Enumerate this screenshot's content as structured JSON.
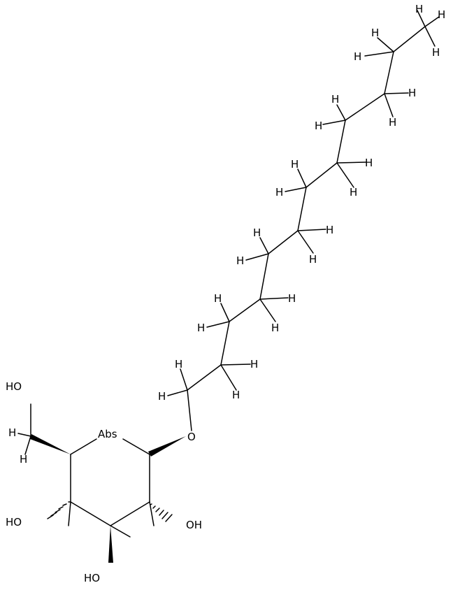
{
  "diagram": {
    "type": "skeletal-structure",
    "atoms": [
      {
        "id": "a1",
        "label": "H"
      },
      {
        "id": "a2",
        "label": "H"
      },
      {
        "id": "a3",
        "label": "H"
      },
      {
        "id": "a4",
        "label": "H"
      },
      {
        "id": "a5",
        "label": "H"
      },
      {
        "id": "a6",
        "label": "H"
      },
      {
        "id": "a7",
        "label": "H"
      },
      {
        "id": "a8",
        "label": "H"
      },
      {
        "id": "a9",
        "label": "H"
      },
      {
        "id": "a10",
        "label": "H"
      },
      {
        "id": "a11",
        "label": "H"
      },
      {
        "id": "a12",
        "label": "H"
      },
      {
        "id": "a13",
        "label": "H"
      },
      {
        "id": "a14",
        "label": "H"
      },
      {
        "id": "a15",
        "label": "H"
      },
      {
        "id": "a16",
        "label": "H"
      },
      {
        "id": "a17",
        "label": "H"
      },
      {
        "id": "a18",
        "label": "H"
      },
      {
        "id": "a19",
        "label": "H"
      },
      {
        "id": "a20",
        "label": "H"
      },
      {
        "id": "a21",
        "label": "H"
      },
      {
        "id": "a22",
        "label": "H"
      },
      {
        "id": "a23",
        "label": "H"
      },
      {
        "id": "a24",
        "label": "H"
      },
      {
        "id": "a25",
        "label": "H"
      },
      {
        "id": "a26",
        "label": "O"
      },
      {
        "id": "a27",
        "label": "HO"
      },
      {
        "id": "a28",
        "label": "H"
      },
      {
        "id": "a29",
        "label": "H"
      },
      {
        "id": "a30",
        "label": "Abs"
      },
      {
        "id": "a31",
        "label": "HO"
      },
      {
        "id": "a32",
        "label": "OH"
      },
      {
        "id": "a33",
        "label": "HO"
      }
    ]
  }
}
